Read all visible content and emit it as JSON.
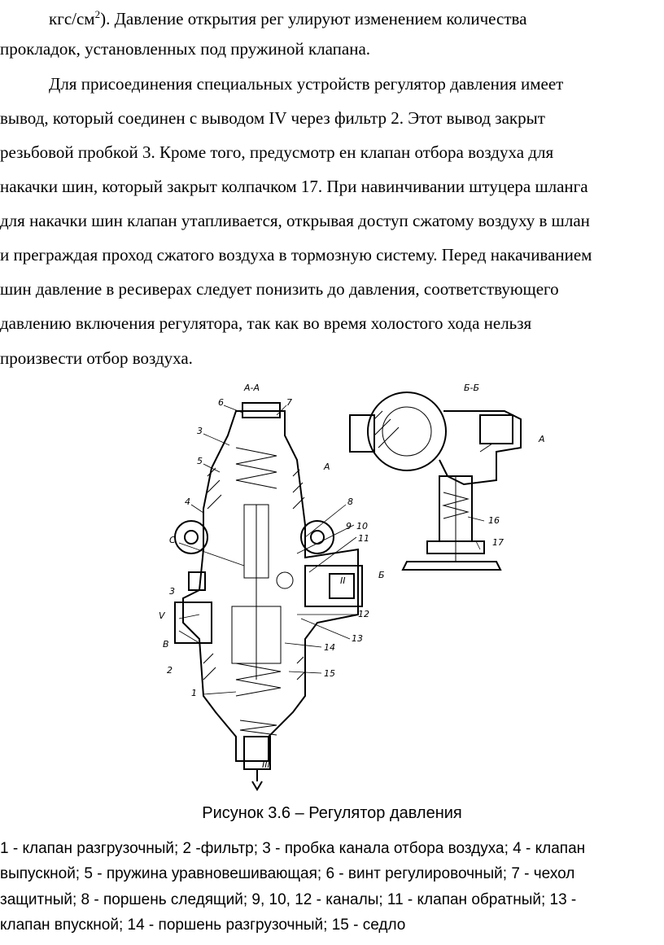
{
  "paragraph_lines": [
    "кгс/см",
    "прокладок, установленных под пружиной клапана.",
    "Для присоединения специальных устройств регулятор давления имеет",
    "вывод, который соединен с выводом     IV  через фильтр 2. Этот вывод закрыт",
    "резьбовой пробкой 3. Кроме того, предусмотр     ен клапан отбора воздуха для",
    "накачки шин, который закрыт колпачком 17. При навинчивании штуцера шланга",
    "для накачки шин клапан утапливается, открывая доступ сжатому воздуху в шлан",
    "и преграждая проход сжатого воздуха в тормозную систему. Перед накачиванием",
    "шин давление в ресиверах следует понизить до давления, соответствующего",
    "давлению включения регулятора, так как во время холостого хода нельзя",
    "произвести отбор воздуха."
  ],
  "line1_sup": "2",
  "line1_rest": "). Давление открытия рег         улируют изменением количества",
  "figure_labels": {
    "section_aa": "А-А",
    "section_bb": "Б-Б",
    "n1": "1",
    "n2": "2",
    "n3": "3",
    "n4": "4",
    "n5": "5",
    "n6": "6",
    "n7": "7",
    "n8": "8",
    "n9": "9",
    "n10": "10",
    "n11": "11",
    "n12": "12",
    "n13": "13",
    "n14": "14",
    "n15": "15",
    "n16": "16",
    "n17": "17",
    "port_c": "С",
    "port_b": "В",
    "port_iii": "III",
    "port_ii": "II",
    "port_v": "V",
    "mark_a1": "А",
    "mark_a2": "А",
    "mark_b": "Б"
  },
  "caption": "Рисунок 3.6 – Регулятор давления",
  "legend_lines": [
    "1 - клапан разгрузочный; 2 -фильтр; 3 - пробка канала отбора воздуха; 4 - клапан",
    "выпускной; 5 - пружина уравновешивающая; 6 - винт регулировочный; 7 - чехол",
    "защитный; 8 - поршень следящий; 9, 10, 12 - каналы; 11 - клапан обратный; 13 -",
    "клапан впускной; 14 - поршень разгрузочный; 15 - седло"
  ]
}
